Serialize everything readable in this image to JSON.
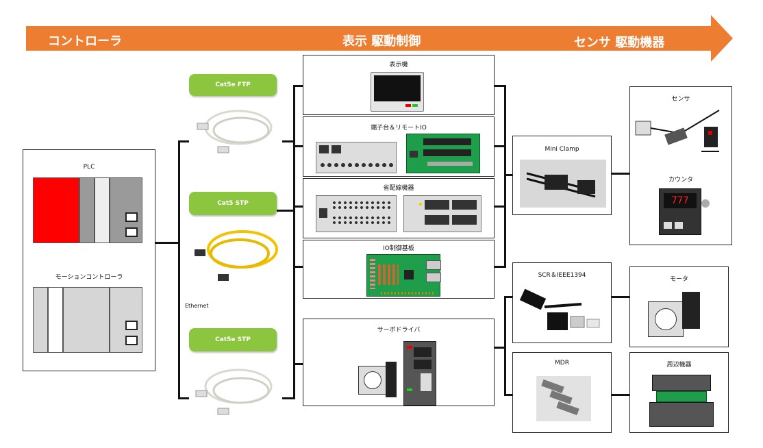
{
  "banner": {
    "left": "コントローラ",
    "center": "表示  駆動制御",
    "right": "センサ  駆動機器",
    "color": "#ed7d31"
  },
  "controllers": {
    "plc": "PLC",
    "motion": "モーションコントローラ"
  },
  "cables": {
    "c1": "Cat5e FTP",
    "c2": "Cat5 STP",
    "c3": "Cat5e STP",
    "ethernet": "Ethernet"
  },
  "devices": {
    "display": "表示機",
    "terminal": "端子台＆リモートIO",
    "wiring": "省配線機器",
    "io_board": "IO制御基板",
    "servo": "サーボドライバ"
  },
  "connectors": {
    "mini_clamp": "Mini Clamp",
    "scr": "SCR＆IEEE1394",
    "mdr": "MDR"
  },
  "endpoints": {
    "sensor": "センサ",
    "counter": "カウンタ",
    "counter_value": "777",
    "motor": "モータ",
    "peripheral": "周辺機器"
  },
  "colors": {
    "pill_green": "#8cc63f",
    "plc_red": "#ff0000",
    "pcb_green": "#1e9e4a"
  }
}
